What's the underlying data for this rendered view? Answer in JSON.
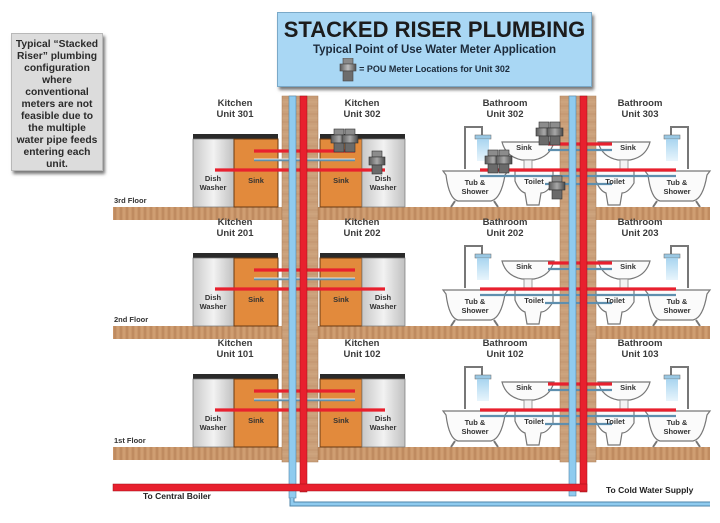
{
  "title": {
    "main": "STACKED RISER PLUMBING",
    "subtitle": "Typical Point of Use Water Meter Application",
    "legend": "= POU Meter Locations for Unit 302",
    "legend_icon": "pou-meter-icon"
  },
  "note": "Typical “Stacked Riser” plumbing configuration where conventional meters are not feasible due to the multiple water pipe feeds entering each unit.",
  "colors": {
    "hot_pipe": "#e8202e",
    "cold_pipe": "#8fcbef",
    "wood": "#c9966a",
    "sink_cabinet": "#e28a3c",
    "title_bg": "#a9d7f4",
    "note_bg": "#dcdcdc"
  },
  "floors": [
    {
      "label": "3rd Floor",
      "kitchens": [
        {
          "unit": "Kitchen\nUnit 301",
          "line1": "Kitchen",
          "line2": "Unit 301"
        },
        {
          "unit": "Kitchen\nUnit 302",
          "line1": "Kitchen",
          "line2": "Unit 302"
        }
      ],
      "bathrooms": [
        {
          "line1": "Bathroom",
          "line2": "Unit 302"
        },
        {
          "line1": "Bathroom",
          "line2": "Unit 303"
        }
      ]
    },
    {
      "label": "2nd Floor",
      "kitchens": [
        {
          "line1": "Kitchen",
          "line2": "Unit 201"
        },
        {
          "line1": "Kitchen",
          "line2": "Unit 202"
        }
      ],
      "bathrooms": [
        {
          "line1": "Bathroom",
          "line2": "Unit 202"
        },
        {
          "line1": "Bathroom",
          "line2": "Unit 203"
        }
      ]
    },
    {
      "label": "1st Floor",
      "kitchens": [
        {
          "line1": "Kitchen",
          "line2": "Unit 101"
        },
        {
          "line1": "Kitchen",
          "line2": "Unit 102"
        }
      ],
      "bathrooms": [
        {
          "line1": "Bathroom",
          "line2": "Unit 102"
        },
        {
          "line1": "Bathroom",
          "line2": "Unit 103"
        }
      ]
    }
  ],
  "fixtures": {
    "dishwasher_line1": "Dish",
    "dishwasher_line2": "Washer",
    "sink": "Sink",
    "toilet": "Toilet",
    "tub_line1": "Tub &",
    "tub_line2": "Shower"
  },
  "supply": {
    "hot": "To Central Boiler",
    "cold": "To Cold Water Supply"
  }
}
